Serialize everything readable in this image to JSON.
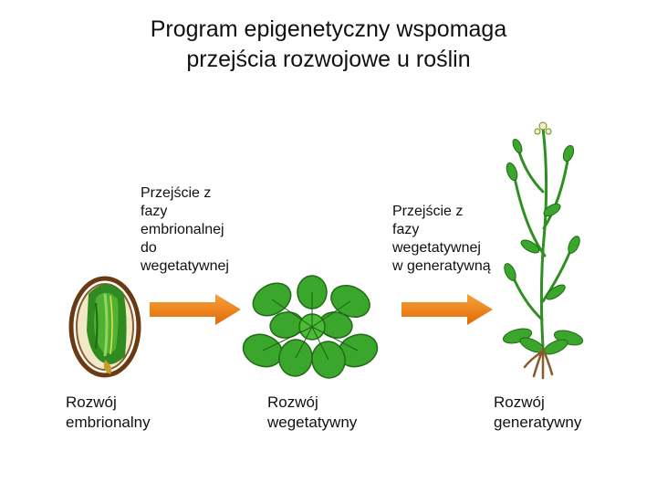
{
  "title": {
    "line1": "Program epigenetyczny wspomaga",
    "line2": "przejścia rozwojowe u roślin"
  },
  "transitions": [
    {
      "lines": [
        "Przejście z",
        "fazy",
        "embrionalnej",
        "do",
        "wegetatywnej"
      ]
    },
    {
      "lines": [
        "Przejście z",
        "fazy",
        "wegetatywnej",
        "w generatywną"
      ]
    }
  ],
  "stages": [
    {
      "line1": "Rozwój",
      "line2": "embrionalny"
    },
    {
      "line1": "Rozwój",
      "line2": "wegetatywny"
    },
    {
      "line1": "Rozwój",
      "line2": "generatywny"
    }
  ],
  "colors": {
    "arrow": "#f07d10",
    "seed_coat": "#6b3a12",
    "embryo": "#2f8a1f",
    "leaf": "#3aa62b",
    "stem": "#2f8f22",
    "root": "#8a5a2b"
  }
}
